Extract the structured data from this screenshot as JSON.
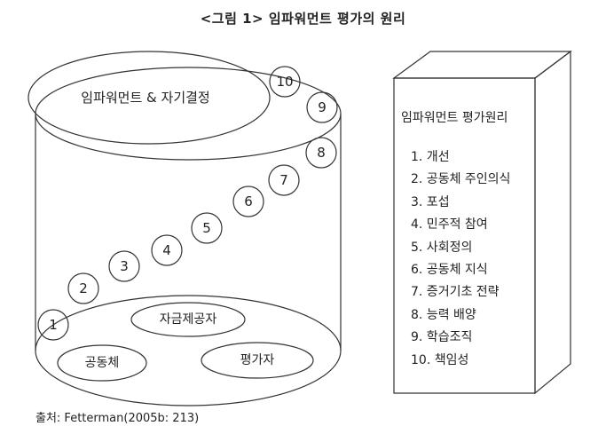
{
  "figure": {
    "title": "<그림 1> 임파워먼트 평가의 원리",
    "source": "출처: Fetterman(2005b: 213)"
  },
  "cylinder": {
    "top_label": "임파워먼트 & 자기결정",
    "bottom_labels": [
      "자금제공자",
      "공동체",
      "평가자"
    ],
    "steps": [
      "1",
      "2",
      "3",
      "4",
      "5",
      "6",
      "7",
      "8",
      "9",
      "10"
    ]
  },
  "box": {
    "title": "임파워먼트 평가원리",
    "principles": [
      "1. 개선",
      "2. 공동체 주인의식",
      "3. 포섭",
      "4. 민주적 참여",
      "5. 사회정의",
      "6. 공동체 지식",
      "7. 증거기초 전략",
      "8. 능력 배양",
      "9. 학습조직",
      "10. 책임성"
    ]
  }
}
